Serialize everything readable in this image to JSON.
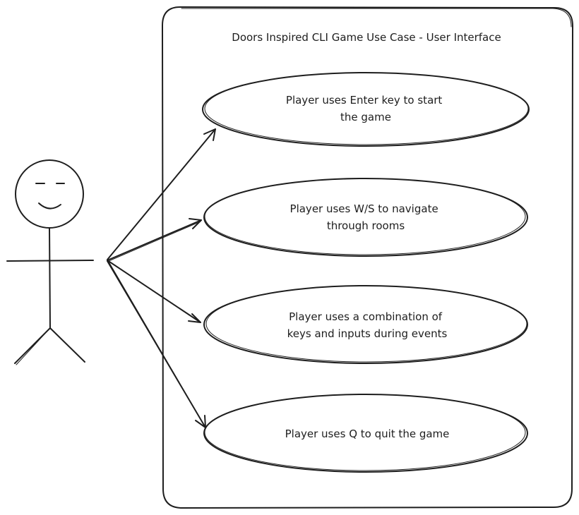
{
  "diagram": {
    "system_title": "Doors Inspired CLI Game Use Case - User Interface",
    "use_cases": [
      {
        "lines": [
          "Player uses Enter key to start",
          "the game"
        ]
      },
      {
        "lines": [
          "Player uses W/S to navigate",
          "through rooms"
        ]
      },
      {
        "lines": [
          "Player uses a combination of",
          "keys and inputs during events"
        ]
      },
      {
        "lines": [
          "Player uses Q to quit the game"
        ]
      }
    ]
  }
}
